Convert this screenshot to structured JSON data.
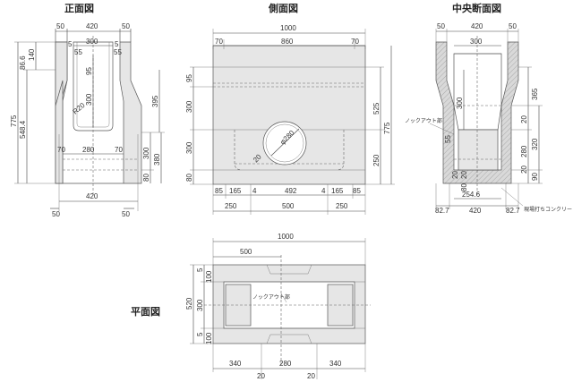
{
  "titles": {
    "front": "正面図",
    "side": "側面図",
    "section": "中央断面図",
    "plan": "平面図"
  },
  "notes": {
    "knockout": "ノックアウト部",
    "site_concrete": "現場打ちコンクリート"
  },
  "front_view": {
    "top": [
      "50",
      "420",
      "50"
    ],
    "inner_top": "300",
    "wall": [
      "5",
      "5"
    ],
    "corner": [
      "55",
      "55"
    ],
    "inner_vert": [
      "95",
      "300"
    ],
    "radius": "R20",
    "bottom_mid": "280",
    "bottom_side": [
      "70",
      "70"
    ],
    "left_dims": [
      "775",
      "548.4",
      "86.6",
      "140"
    ],
    "right_dims": [
      "395",
      "300",
      "380",
      "80"
    ],
    "bottom_dims": [
      "420",
      "50",
      "50"
    ]
  },
  "side_view": {
    "top": [
      "1000",
      "70",
      "860",
      "70"
    ],
    "left_dims": [
      "95",
      "300",
      "300",
      "80"
    ],
    "right_dims": [
      "525",
      "775",
      "250"
    ],
    "hole": [
      "φ280",
      "20"
    ],
    "bottom_row1": [
      "85",
      "165",
      "4",
      "492",
      "4",
      "165",
      "85"
    ],
    "bottom_row2": [
      "250",
      "500",
      "250"
    ]
  },
  "section_view": {
    "top": [
      "50",
      "420",
      "50"
    ],
    "inner_top": "300",
    "inner_vert": "300",
    "right_dims": [
      "365",
      "20",
      "280",
      "320",
      "20",
      "90"
    ],
    "left_note_dim": "55",
    "inner_bottom": [
      "20",
      "20",
      "80"
    ],
    "bottom_mid": "254.6",
    "bottom_row": [
      "82.7",
      "420",
      "82.7"
    ]
  },
  "plan_view": {
    "top": [
      "1000",
      "500"
    ],
    "left_dims": [
      "5",
      "100",
      "300",
      "5",
      "100"
    ],
    "outer": "520",
    "bottom_row": [
      "340",
      "280",
      "340"
    ],
    "bottom_sub": [
      "20",
      "20"
    ]
  }
}
